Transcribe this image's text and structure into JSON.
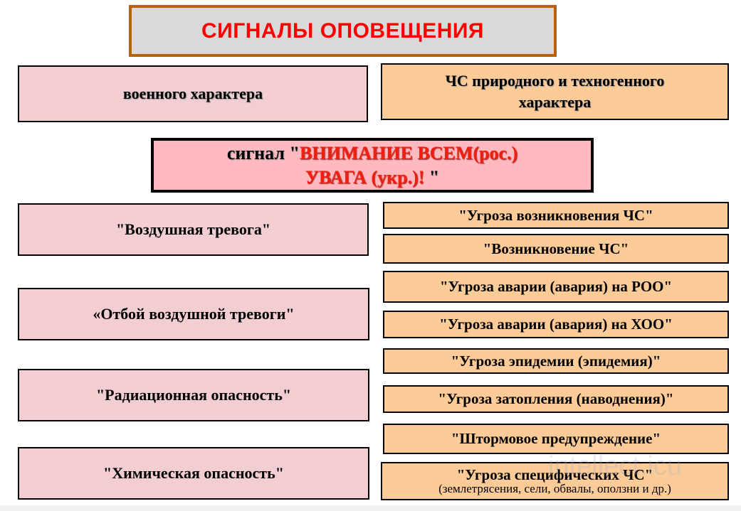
{
  "title": "СИГНАЛЫ  ОПОВЕЩЕНИЯ",
  "categories": {
    "military": "военного  характера",
    "emergency_line1": "ЧС  природного и техногенного",
    "emergency_line2": "характера"
  },
  "signal": {
    "prefix": "сигнал  \"",
    "main_line1": "ВНИМАНИЕ  ВСЕМ(рос.)",
    "main_line2": "УВАГА (укр.)!",
    "suffix": " \""
  },
  "military_signals": [
    "\"Воздушная тревога\"",
    "«Отбой воздушной тревоги\"",
    "\"Радиационная  опасность\"",
    "\"Химическая  опасность\""
  ],
  "emergency_signals": [
    "\"Угроза  возникновения  ЧС\"",
    "\"Возникновение  ЧС\"",
    "\"Угроза  аварии  (авария)  на  РОО\"",
    "\"Угроза  аварии  (авария)  на  ХОО\"",
    "\"Угроза  эпидемии  (эпидемия)\"",
    "\"Угроза  затопления  (наводнения)\"",
    "\"Штормовое  предупреждение\"",
    "\"Угроза  специфических  ЧС\""
  ],
  "emergency_last_note": "(землетрясения, сели, обвалы, оползни и др.)",
  "watermark": "intellect.icu"
}
